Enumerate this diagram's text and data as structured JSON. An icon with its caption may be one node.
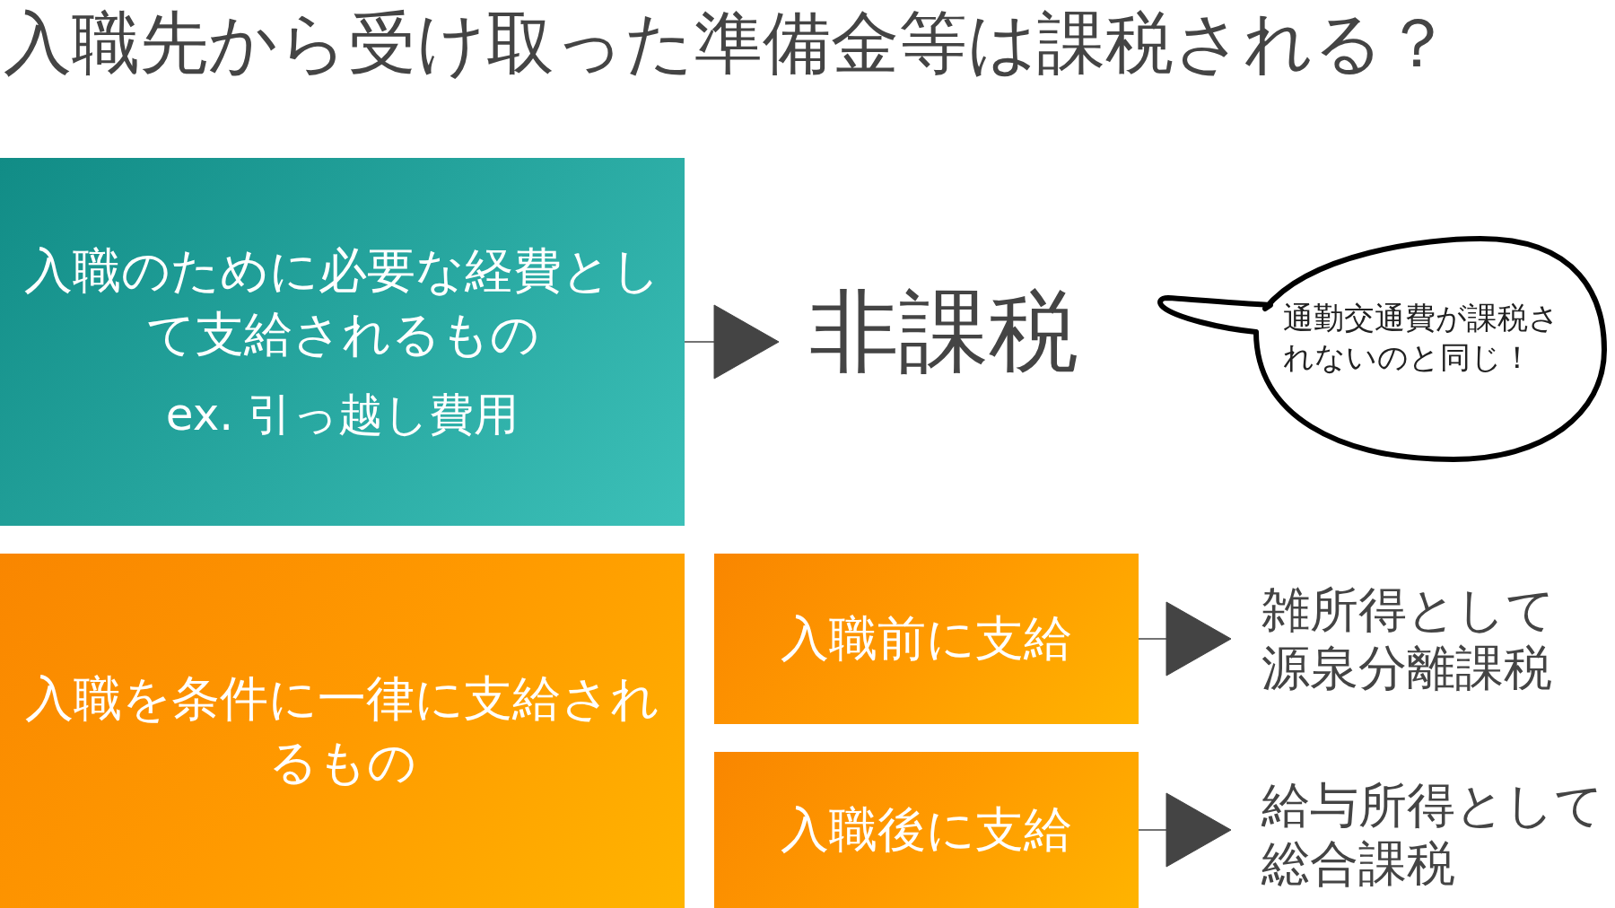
{
  "diagram": {
    "title": "入職先から受け取った準備金等は課税される？",
    "nodes": [
      {
        "text": [
          "入職のために必要な経費として支給されるもの",
          "ex. 引っ越し費用"
        ]
      },
      {
        "text": [
          "非課税"
        ]
      },
      {
        "text": [
          "通勤交通費が課税されないのと同じ！"
        ]
      },
      {
        "text": [
          "入職を条件に一律に支給されるもの"
        ]
      },
      {
        "text": [
          "入職前に支給"
        ]
      },
      {
        "text": [
          "入職後に支給"
        ]
      },
      {
        "text": [
          "雑所得として源泉分離課税"
        ]
      },
      {
        "text": [
          "給与所得として総合課税"
        ]
      }
    ],
    "edges": [
      {
        "from": 0,
        "to": 1,
        "arrow": "to"
      },
      {
        "from": 4,
        "to": 6,
        "arrow": "to"
      },
      {
        "from": 5,
        "to": 7,
        "arrow": "to"
      }
    ]
  }
}
